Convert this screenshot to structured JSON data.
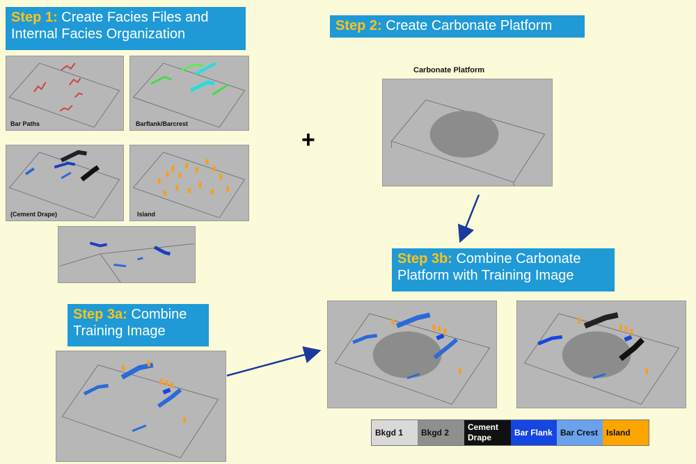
{
  "step1": {
    "label": "Step 1:",
    "text": "Create Facies Files and",
    "line2": "Internal Facies Organization"
  },
  "step2": {
    "label": "Step 2:",
    "text": "Create Carbonate Platform"
  },
  "step3a": {
    "label": "Step 3a:",
    "text": "Combine",
    "line2": "Training Image"
  },
  "step3b": {
    "label": "Step 3b:",
    "text": "Combine Carbonate",
    "line2": "Platform with  Training Image"
  },
  "panels": {
    "bar_paths": "Bar Paths",
    "barflank": "Barflank/Barcrest",
    "cement_drape": "(Cement Drape)",
    "island": "Island",
    "carbonate_platform": "Carbonate Platform"
  },
  "plus": "+",
  "legend": [
    {
      "label": "Bkgd 1",
      "color": "#d9d9d9",
      "text_color": "#111111"
    },
    {
      "label": "Bkgd 2",
      "color": "#8f8f8f",
      "text_color": "#111111"
    },
    {
      "label": "Cement Drape",
      "color": "#111111",
      "text_color": "#ffffff"
    },
    {
      "label": "Bar Flank",
      "color": "#1646e0",
      "text_color": "#ffffff"
    },
    {
      "label": "Bar Crest",
      "color": "#6aa2ee",
      "text_color": "#111111"
    },
    {
      "label": "Island",
      "color": "#ffa500",
      "text_color": "#111111"
    }
  ]
}
